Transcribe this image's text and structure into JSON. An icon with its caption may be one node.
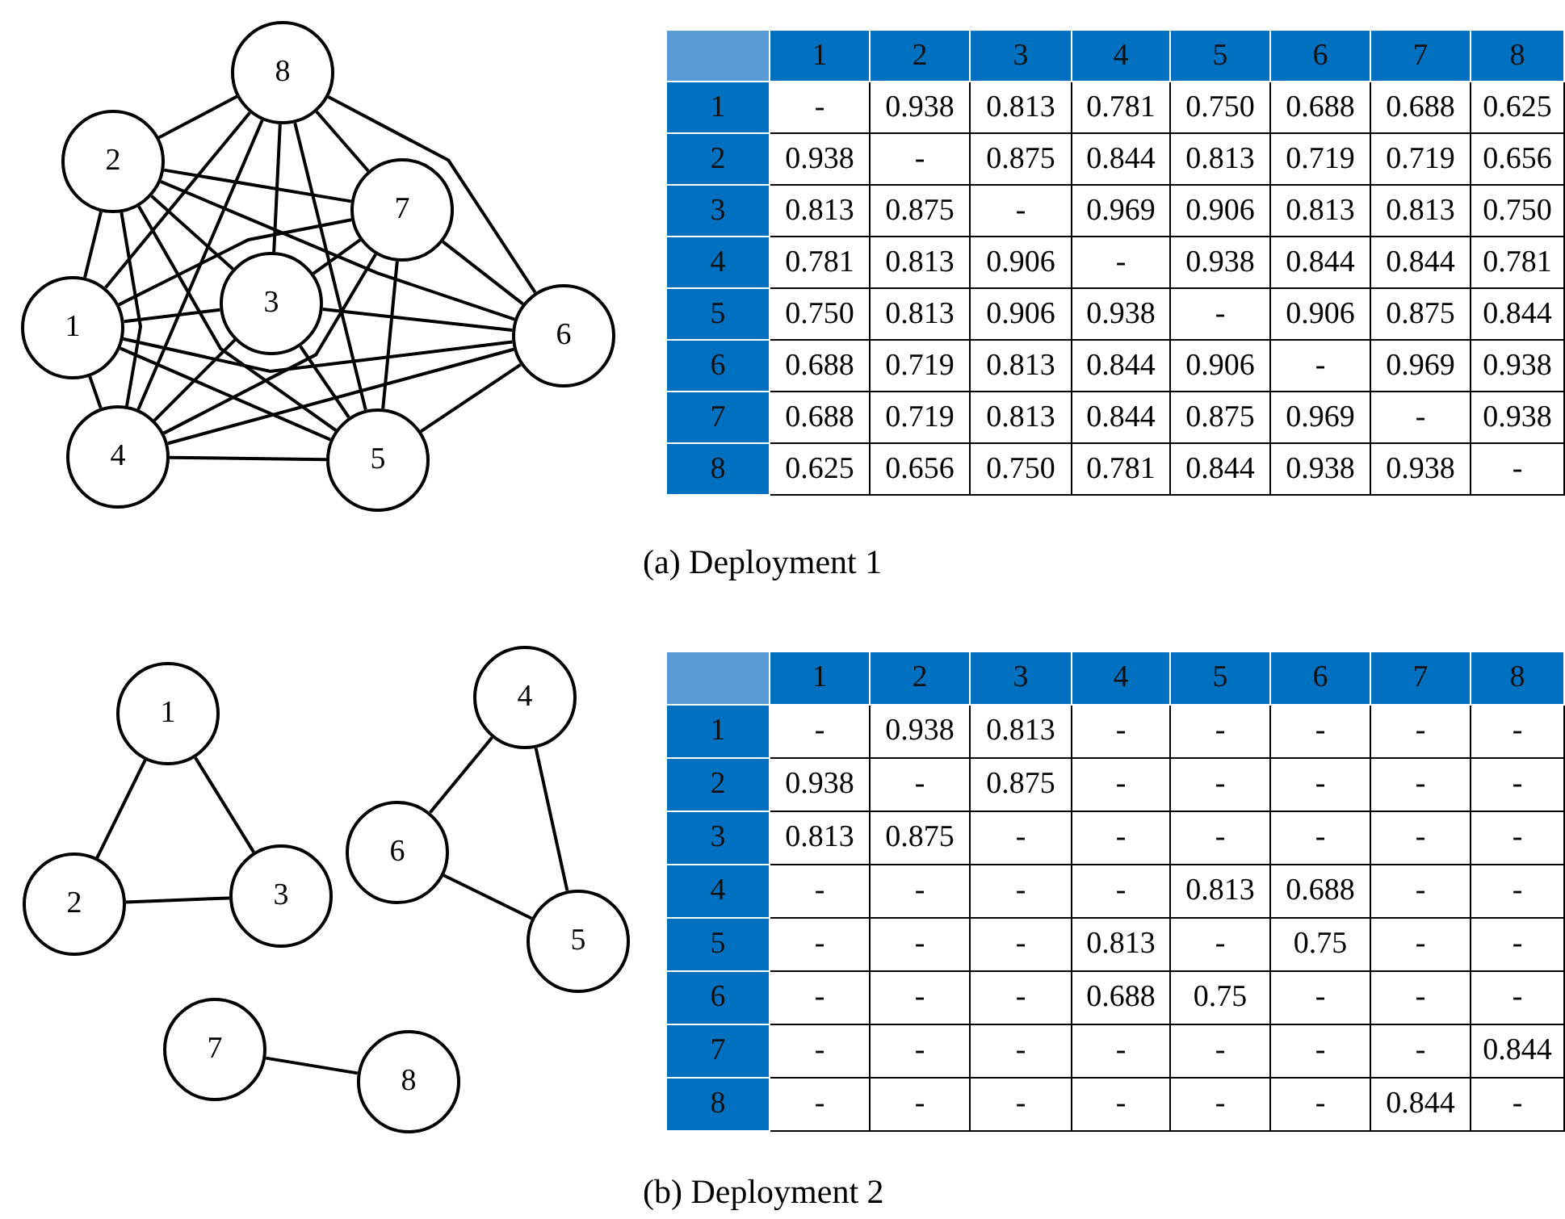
{
  "diagram": {
    "nodes": [
      {
        "text": [
          "1"
        ]
      },
      {
        "text": [
          "2"
        ]
      },
      {
        "text": [
          "3"
        ]
      },
      {
        "text": [
          "4"
        ]
      },
      {
        "text": [
          "5"
        ]
      },
      {
        "text": [
          "6"
        ]
      },
      {
        "text": [
          "7"
        ]
      },
      {
        "text": [
          "8"
        ]
      },
      {
        "text": [
          "1"
        ]
      },
      {
        "text": [
          "2"
        ]
      },
      {
        "text": [
          "3"
        ]
      },
      {
        "text": [
          "4"
        ]
      },
      {
        "text": [
          "5"
        ]
      },
      {
        "text": [
          "6"
        ]
      },
      {
        "text": [
          "7"
        ]
      },
      {
        "text": [
          "8"
        ]
      }
    ],
    "edges": [
      {
        "from": 0,
        "to": 1,
        "arrow": "none"
      },
      {
        "from": 0,
        "to": 2,
        "arrow": "none"
      },
      {
        "from": 0,
        "to": 3,
        "arrow": "none"
      },
      {
        "from": 0,
        "to": 4,
        "arrow": "none"
      },
      {
        "from": 0,
        "to": 5,
        "arrow": "none"
      },
      {
        "from": 0,
        "to": 6,
        "arrow": "none"
      },
      {
        "from": 0,
        "to": 7,
        "arrow": "none"
      },
      {
        "from": 1,
        "to": 2,
        "arrow": "none"
      },
      {
        "from": 1,
        "to": 3,
        "arrow": "none"
      },
      {
        "from": 1,
        "to": 4,
        "arrow": "none"
      },
      {
        "from": 1,
        "to": 5,
        "arrow": "none"
      },
      {
        "from": 1,
        "to": 6,
        "arrow": "none"
      },
      {
        "from": 1,
        "to": 7,
        "arrow": "none"
      },
      {
        "from": 2,
        "to": 3,
        "arrow": "none"
      },
      {
        "from": 2,
        "to": 4,
        "arrow": "none"
      },
      {
        "from": 2,
        "to": 5,
        "arrow": "none"
      },
      {
        "from": 2,
        "to": 6,
        "arrow": "none"
      },
      {
        "from": 2,
        "to": 7,
        "arrow": "none"
      },
      {
        "from": 3,
        "to": 4,
        "arrow": "none"
      },
      {
        "from": 3,
        "to": 5,
        "arrow": "none"
      },
      {
        "from": 3,
        "to": 6,
        "arrow": "none"
      },
      {
        "from": 3,
        "to": 7,
        "arrow": "none"
      },
      {
        "from": 4,
        "to": 5,
        "arrow": "none"
      },
      {
        "from": 4,
        "to": 6,
        "arrow": "none"
      },
      {
        "from": 4,
        "to": 7,
        "arrow": "none"
      },
      {
        "from": 5,
        "to": 6,
        "arrow": "none"
      },
      {
        "from": 5,
        "to": 7,
        "arrow": "none"
      },
      {
        "from": 6,
        "to": 7,
        "arrow": "none"
      },
      {
        "from": 8,
        "to": 9,
        "arrow": "none"
      },
      {
        "from": 8,
        "to": 10,
        "arrow": "none"
      },
      {
        "from": 9,
        "to": 10,
        "arrow": "none"
      },
      {
        "from": 11,
        "to": 13,
        "arrow": "none"
      },
      {
        "from": 11,
        "to": 12,
        "arrow": "none"
      },
      {
        "from": 13,
        "to": 12,
        "arrow": "none"
      },
      {
        "from": 14,
        "to": 15,
        "arrow": "none"
      }
    ],
    "labels": [
      "1",
      "2",
      "3",
      "4",
      "5",
      "6",
      "7",
      "8",
      "1",
      "-",
      "0.938",
      "0.813",
      "0.781",
      "0.750",
      "0.688",
      "0.688",
      "0.625",
      "2",
      "0.938",
      "-",
      "0.875",
      "0.844",
      "0.813",
      "0.719",
      "0.719",
      "0.656",
      "3",
      "0.813",
      "0.875",
      "-",
      "0.969",
      "0.906",
      "0.813",
      "0.813",
      "0.750",
      "4",
      "0.781",
      "0.813",
      "0.906",
      "-",
      "0.938",
      "0.844",
      "0.844",
      "0.781",
      "5",
      "0.750",
      "0.813",
      "0.906",
      "0.938",
      "-",
      "0.906",
      "0.875",
      "0.844",
      "6",
      "0.688",
      "0.719",
      "0.813",
      "0.844",
      "0.906",
      "-",
      "0.969",
      "0.938",
      "7",
      "0.688",
      "0.719",
      "0.813",
      "0.844",
      "0.875",
      "0.969",
      "-",
      "0.938",
      "8",
      "0.625",
      "0.656",
      "0.750",
      "0.781",
      "0.844",
      "0.938",
      "0.938",
      "-",
      "(a) Deployment 1",
      "1",
      "2",
      "3",
      "4",
      "5",
      "6",
      "7",
      "8",
      "1",
      "-",
      "0.938",
      "0.813",
      "-",
      "-",
      "-",
      "-",
      "-",
      "2",
      "0.938",
      "-",
      "0.875",
      "-",
      "-",
      "-",
      "-",
      "-",
      "3",
      "0.813",
      "0.875",
      "-",
      "-",
      "-",
      "-",
      "-",
      "-",
      "4",
      "-",
      "-",
      "-",
      "-",
      "0.813",
      "0.688",
      "-",
      "-",
      "5",
      "-",
      "-",
      "-",
      "0.813",
      "-",
      "0.75",
      "-",
      "-",
      "6",
      "-",
      "-",
      "-",
      "0.688",
      "0.75",
      "-",
      "-",
      "-",
      "7",
      "-",
      "-",
      "-",
      "-",
      "-",
      "-",
      "-",
      "0.844",
      "8",
      "-",
      "-",
      "-",
      "-",
      "-",
      "-",
      "0.844",
      "-",
      "(b) Deployment 2"
    ]
  }
}
